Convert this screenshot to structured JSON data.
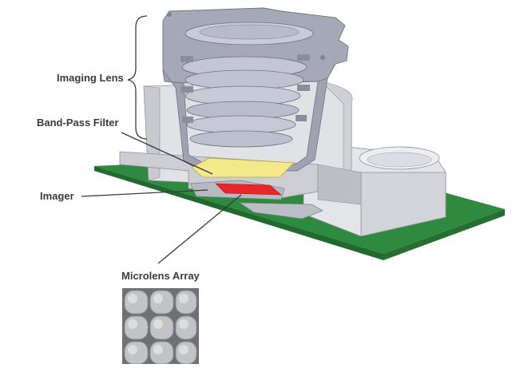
{
  "labels": {
    "imaging_lens": "Imaging Lens",
    "band_pass_filter": "Band-Pass Filter",
    "imager": "Imager",
    "microlens_array": "Microlens Array"
  },
  "colors": {
    "pcb_top": "#2d8a3e",
    "pcb_side": "#1f6a2c",
    "housing": "#d6d7db",
    "housing_dark": "#a9abb3",
    "lens_metal": "#9da0ae",
    "lens_glass": "#c7c9d6",
    "filter": "#f3e98a",
    "imager": "#e8262a",
    "label_text": "#3a3a3a",
    "leader_line": "#3a3a3a"
  }
}
